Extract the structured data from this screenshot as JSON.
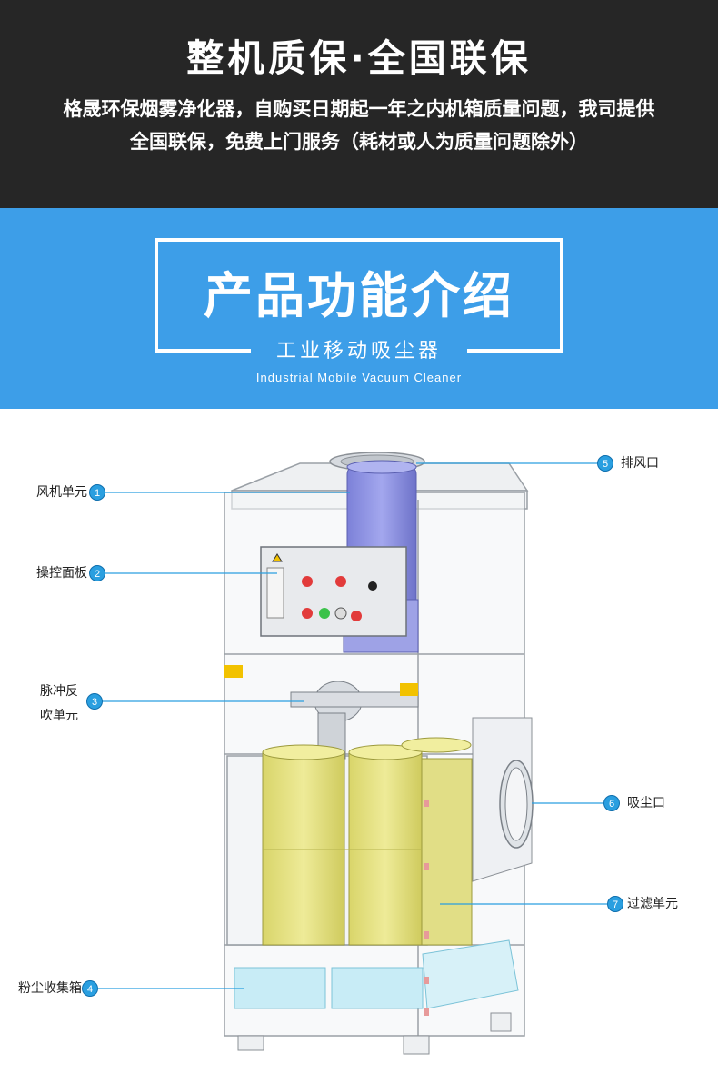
{
  "warranty": {
    "title": "整机质保·全国联保",
    "line1": "格晟环保烟雾净化器，自购买日期起一年之内机箱质量问题，我司提供",
    "line2": "全国联保，免费上门服务（耗材或人为质量问题除外）"
  },
  "intro": {
    "heading": "产品功能介绍",
    "subheading": "工业移动吸尘器",
    "english": "Industrial Mobile Vacuum Cleaner"
  },
  "callouts": [
    {
      "number": "1",
      "label": "风机单元"
    },
    {
      "number": "2",
      "label": "操控面板"
    },
    {
      "number": "3",
      "label_line1": "脉冲反",
      "label_line2": "吹单元"
    },
    {
      "number": "4",
      "label": "粉尘收集箱"
    },
    {
      "number": "5",
      "label": "排风口"
    },
    {
      "number": "6",
      "label": "吸尘口"
    },
    {
      "number": "7",
      "label": "过滤单元"
    }
  ],
  "colors": {
    "dark_band": "#262626",
    "blue_band": "#3d9ee8",
    "badge": "#2a9fe0",
    "filter": "#e2df7a",
    "fan": "#8a8fe0",
    "dust_box": "#c8ecf6"
  }
}
